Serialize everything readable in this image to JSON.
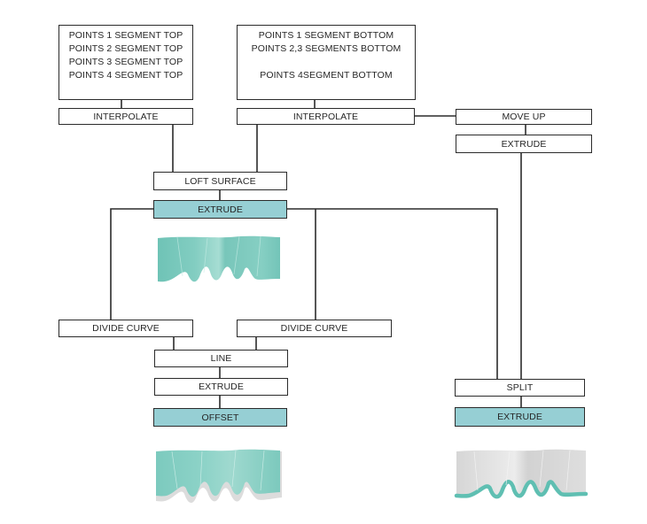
{
  "diagram": {
    "title": "",
    "colors": {
      "node_border": "#2b2b2b",
      "highlight_fill": "#96cfd4",
      "render_teal": "#79c9bd",
      "render_grey": "#d9d9d9"
    },
    "nodes": {
      "points_top": {
        "lines": [
          "POINTS 1 SEGMENT TOP",
          "POINTS 2 SEGMENT TOP",
          "POINTS 3 SEGMENT TOP",
          "POINTS 4 SEGMENT TOP"
        ]
      },
      "points_bottom": {
        "lines": [
          "POINTS 1 SEGMENT BOTTOM",
          "POINTS 2,3 SEGMENTS BOTTOM",
          "",
          "POINTS 4SEGMENT BOTTOM"
        ]
      },
      "interpolate_top": {
        "label": "INTERPOLATE",
        "highlighted": false
      },
      "interpolate_bottom": {
        "label": "INTERPOLATE",
        "highlighted": false
      },
      "move_up": {
        "label": "MOVE UP",
        "highlighted": false
      },
      "extrude_move": {
        "label": "EXTRUDE",
        "highlighted": false
      },
      "loft_surface": {
        "label": "LOFT SURFACE",
        "highlighted": false
      },
      "extrude_loft": {
        "label": "EXTRUDE",
        "highlighted": true
      },
      "divide_curve_left": {
        "label": "DIVIDE CURVE",
        "highlighted": false
      },
      "divide_curve_right": {
        "label": "DIVIDE CURVE",
        "highlighted": false
      },
      "line": {
        "label": "LINE",
        "highlighted": false
      },
      "extrude_line": {
        "label": "EXTRUDE",
        "highlighted": false
      },
      "offset": {
        "label": "OFFSET",
        "highlighted": true
      },
      "split": {
        "label": "SPLIT",
        "highlighted": false
      },
      "extrude_split": {
        "label": "EXTRUDE",
        "highlighted": true
      }
    },
    "edges": [
      [
        "points_top",
        "interpolate_top"
      ],
      [
        "points_bottom",
        "interpolate_bottom"
      ],
      [
        "interpolate_bottom",
        "move_up"
      ],
      [
        "move_up",
        "extrude_move"
      ],
      [
        "interpolate_top",
        "loft_surface"
      ],
      [
        "interpolate_bottom",
        "loft_surface"
      ],
      [
        "loft_surface",
        "extrude_loft"
      ],
      [
        "extrude_loft",
        "divide_curve_left"
      ],
      [
        "extrude_loft",
        "divide_curve_right"
      ],
      [
        "extrude_loft",
        "split"
      ],
      [
        "extrude_move",
        "split"
      ],
      [
        "divide_curve_left",
        "line"
      ],
      [
        "divide_curve_right",
        "line"
      ],
      [
        "line",
        "extrude_line"
      ],
      [
        "extrude_line",
        "offset"
      ],
      [
        "split",
        "extrude_split"
      ]
    ],
    "renders": [
      {
        "name": "extruded-surface-render",
        "style": "teal"
      },
      {
        "name": "offset-result-render",
        "style": "teal-with-grey-edge"
      },
      {
        "name": "split-extrude-render",
        "style": "grey-with-teal-edge"
      }
    ]
  }
}
